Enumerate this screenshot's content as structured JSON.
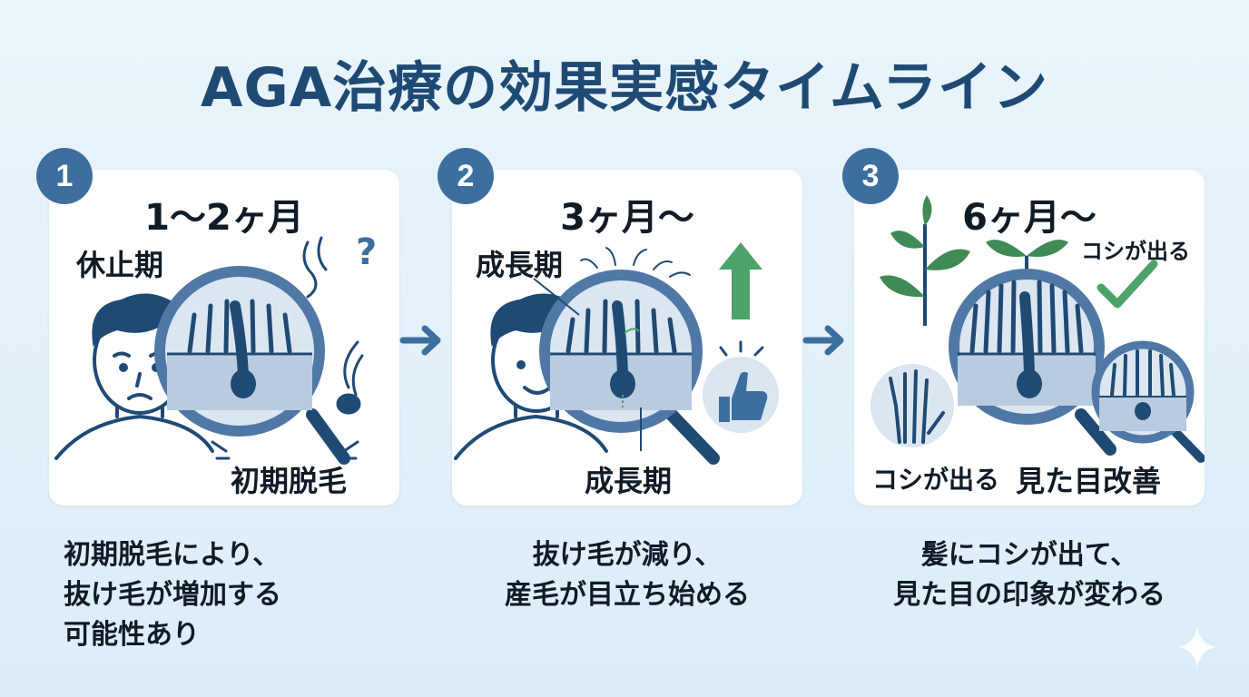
{
  "title": "AGA治療の効果実感タイムライン",
  "stages": [
    {
      "number": "1",
      "period": "1〜2ヶ月",
      "label_top": "休止期",
      "label_bottom": "初期脱毛",
      "question_mark": "?",
      "caption_lines": [
        "初期脱毛により、",
        "抜け毛が増加する",
        "可能性あり"
      ]
    },
    {
      "number": "2",
      "period": "3ヶ月〜",
      "label_top": "成長期",
      "label_bottom": "成長期",
      "caption_lines": [
        "抜け毛が減り、",
        "産毛が目立ち始める"
      ]
    },
    {
      "number": "3",
      "period": "6ヶ月〜",
      "label_top": "コシが出る",
      "label_bottom_left": "コシが出る",
      "label_bottom_right": "見た目改善",
      "caption_lines": [
        "髪にコシが出て、",
        "見た目の印象が変わる"
      ]
    }
  ],
  "colors": {
    "title": "#1f4a74",
    "badge": "#3d6f9e",
    "arrow": "#3d6f9e",
    "up_arrow": "#4ea36a",
    "check": "#4ea36a",
    "leaf": "#3f8a55"
  }
}
